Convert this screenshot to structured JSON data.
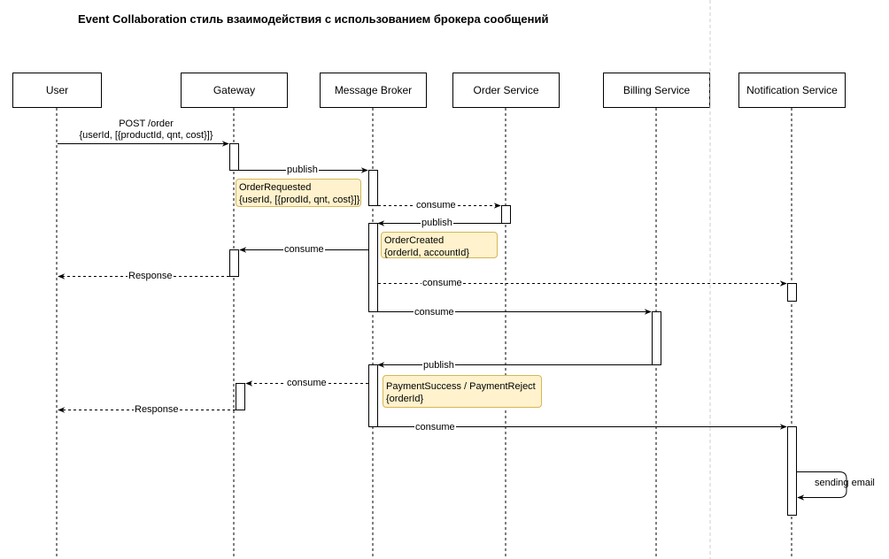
{
  "title": "Event Collaboration стиль взаимодействия с использованием брокера сообщений",
  "participants": {
    "user": "User",
    "gateway": "Gateway",
    "broker": "Message Broker",
    "order": "Order Service",
    "billing": "Billing Service",
    "notification": "Notification Service"
  },
  "messages": {
    "m1_line1": "POST /order",
    "m1_line2": "{userId,  [{productId, qnt, cost}]}",
    "m2": "publish",
    "m3": "consume",
    "m4": "publish",
    "m5": "consume",
    "m6": "Response",
    "m7": "consume",
    "m8": "consume",
    "m9": "publish",
    "m10": "consume",
    "m11": "Response",
    "m12": "consume",
    "m13": "sending email"
  },
  "notes": {
    "order_requested_line1": "OrderRequested",
    "order_requested_line2": "{userId, [{prodId, qnt, cost}]}",
    "order_created_line1": "OrderCreated",
    "order_created_line2": "{orderId, accountId}",
    "payment_line1": "PaymentSuccess / PaymentReject",
    "payment_line2": "{orderId}"
  },
  "colors": {
    "note_fill": "#fff2cc",
    "note_border": "#d6b656",
    "line": "#000000"
  }
}
